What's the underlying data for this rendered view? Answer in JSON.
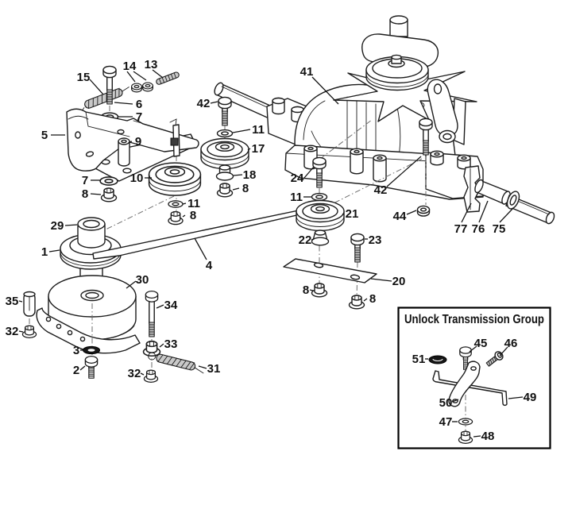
{
  "figure": {
    "kind": "exploded-parts-diagram",
    "background": "#ffffff",
    "line_color": "#1c1c1c",
    "label_color": "#111111"
  },
  "callouts": {
    "p1": "1",
    "p2": "2",
    "p3": "3",
    "p4": "4",
    "p5": "5",
    "p6": "6",
    "p7a": "7",
    "p7b": "7",
    "p8a": "8",
    "p8b": "8",
    "p8c": "8",
    "p8d": "8",
    "p8e": "8",
    "p9": "9",
    "p10": "10",
    "p11a": "11",
    "p11b": "11",
    "p11c": "11",
    "p13": "13",
    "p14": "14",
    "p15": "15",
    "p17": "17",
    "p18": "18",
    "p20": "20",
    "p21": "21",
    "p22": "22",
    "p23": "23",
    "p24": "24",
    "p29": "29",
    "p30": "30",
    "p31": "31",
    "p32a": "32",
    "p32b": "32",
    "p33": "33",
    "p34": "34",
    "p35": "35",
    "p41": "41",
    "p42a": "42",
    "p42b": "42",
    "p44": "44",
    "p75": "75",
    "p76": "76",
    "p77": "77"
  },
  "inset": {
    "title": "Unlock Transmission Group",
    "callouts": {
      "p45": "45",
      "p46": "46",
      "p47": "47",
      "p48": "48",
      "p49": "49",
      "p50": "50",
      "p51": "51"
    }
  }
}
